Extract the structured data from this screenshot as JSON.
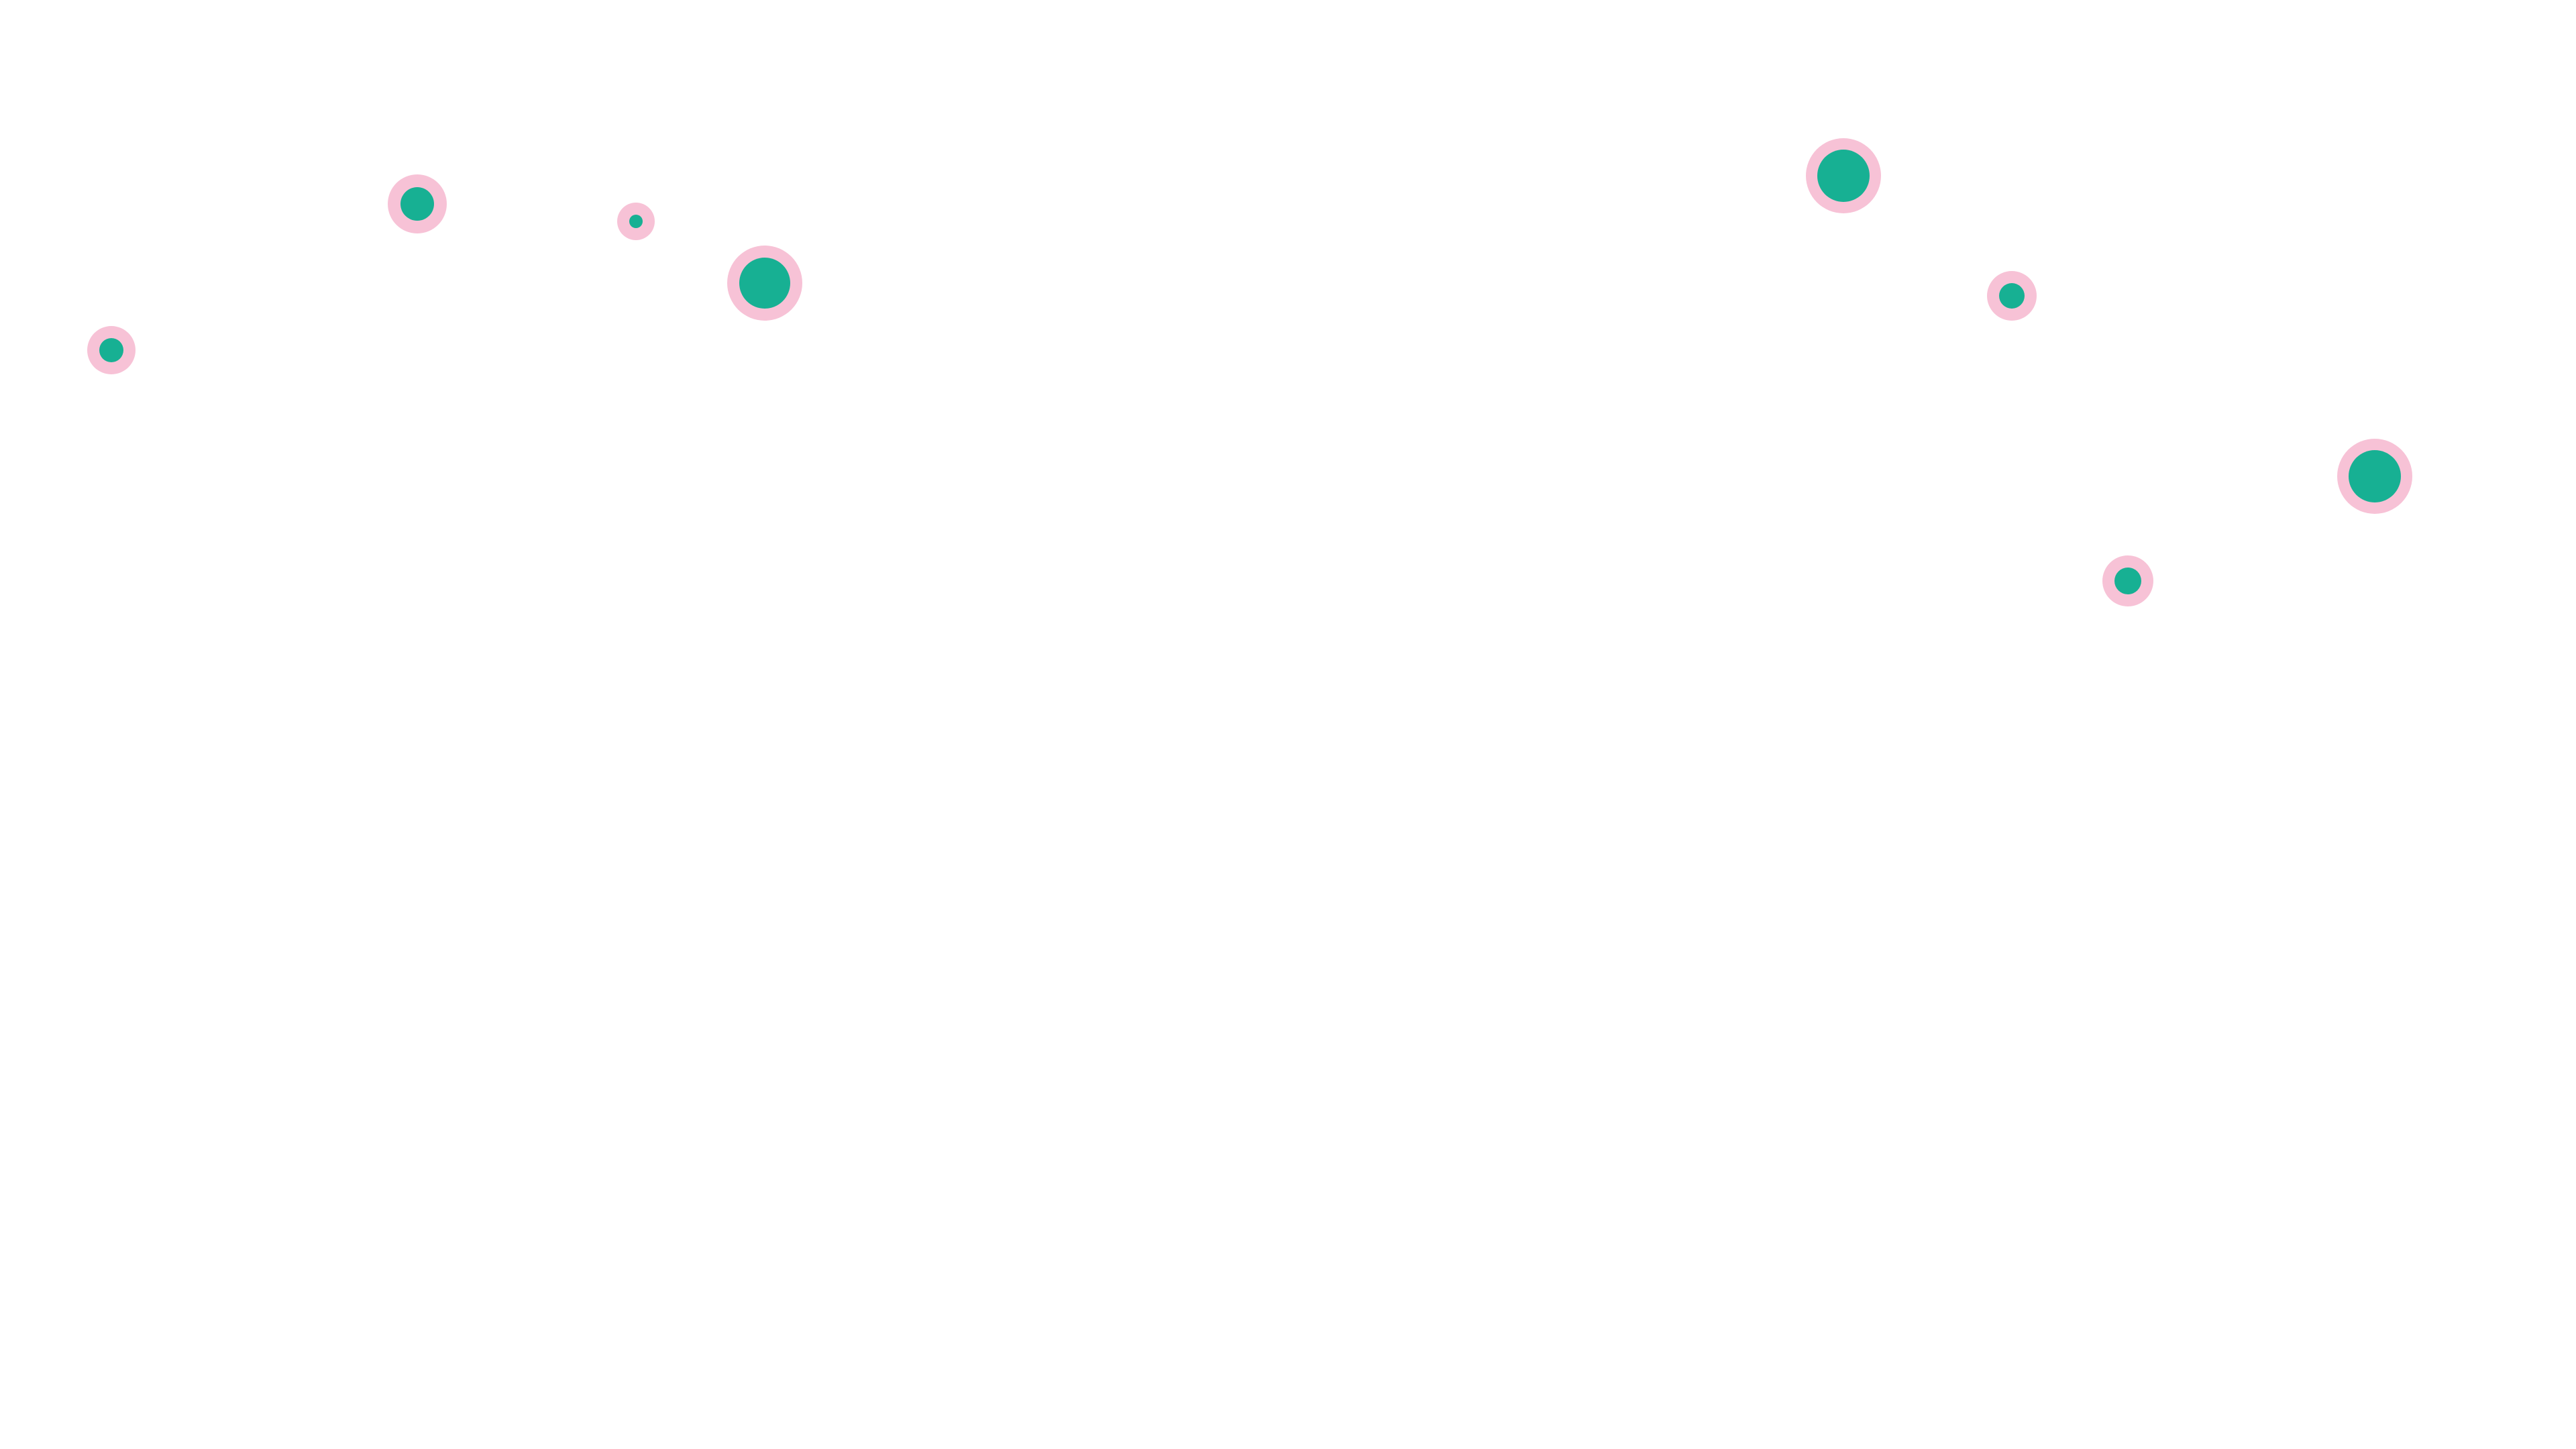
{
  "colors": {
    "background": "#ffffff",
    "marker_outer": "#f7c2d6",
    "marker_inner": "#17b093"
  },
  "markers": [
    {
      "id": "m1",
      "icon": "map-pin-dot-icon"
    },
    {
      "id": "m2",
      "icon": "map-pin-dot-icon"
    },
    {
      "id": "m3",
      "icon": "map-pin-dot-icon"
    },
    {
      "id": "m4",
      "icon": "map-pin-dot-icon"
    },
    {
      "id": "m5",
      "icon": "map-pin-dot-icon"
    },
    {
      "id": "m6",
      "icon": "map-pin-dot-icon"
    },
    {
      "id": "m7",
      "icon": "map-pin-dot-icon"
    },
    {
      "id": "m8",
      "icon": "map-pin-dot-icon"
    }
  ]
}
